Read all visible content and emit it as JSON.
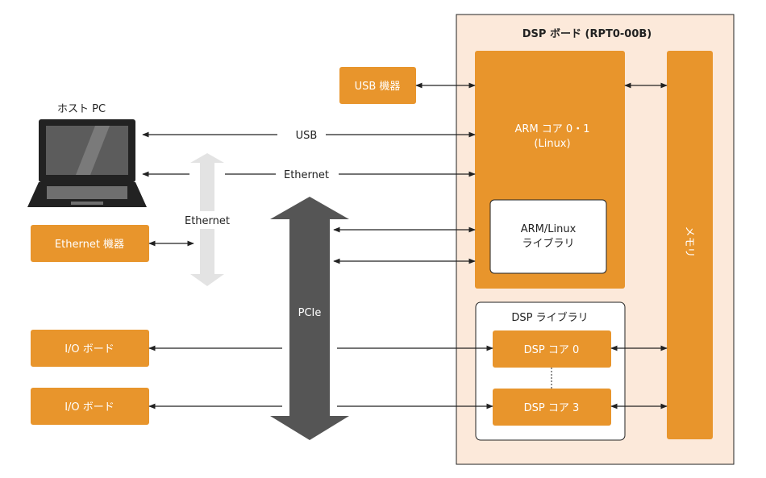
{
  "colors": {
    "orange": "#E8952C",
    "board_bg": "#FCE9DA",
    "pcie_arrow": "#555555",
    "ethernet_arrow": "#E3E3E3",
    "line": "#222222",
    "white": "#FFFFFF"
  },
  "board": {
    "title": "DSP ボード (RPT0-00B)"
  },
  "arm_core": {
    "line1": "ARM コア 0・1",
    "line2": "(Linux)"
  },
  "arm_library": {
    "line1": "ARM/Linux",
    "line2": "ライブラリ"
  },
  "memory": {
    "label": "メモリ"
  },
  "dsp_library": {
    "title": "DSP ライブラリ",
    "core0": "DSP コア 0",
    "core3": "DSP コア 3"
  },
  "host_pc": {
    "label": "ホスト PC"
  },
  "usb_device": {
    "label": "USB 機器"
  },
  "ethernet_device": {
    "label": "Ethernet 機器"
  },
  "io_board_1": {
    "label": "I/O ボード"
  },
  "io_board_2": {
    "label": "I/O ボード"
  },
  "links": {
    "usb": "USB",
    "ethernet": "Ethernet"
  },
  "ethernet_bus": {
    "label": "Ethernet"
  },
  "pcie_bus": {
    "label": "PCIe"
  },
  "icons": {
    "host_pc": "laptop-icon"
  }
}
